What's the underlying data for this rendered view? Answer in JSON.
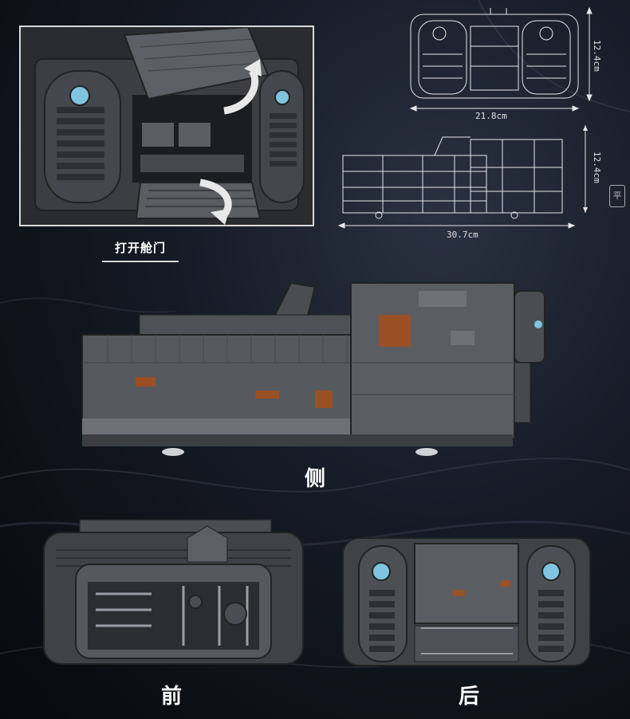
{
  "captions": {
    "open_hatch": "打开舱门",
    "side": "侧",
    "front": "前",
    "back": "后",
    "badge": "平"
  },
  "dimensions": {
    "top_width": "21.8cm",
    "top_height": "12.4cm",
    "side_width": "30.7cm",
    "side_height": "12.4cm"
  },
  "colors": {
    "brick_dark": "#3c3e42",
    "brick_mid": "#55585d",
    "brick_light": "#6e7177",
    "accent_orange": "#9a4f24",
    "accent_blue": "#7fc4e0",
    "line_art": "#e6e6e6"
  }
}
